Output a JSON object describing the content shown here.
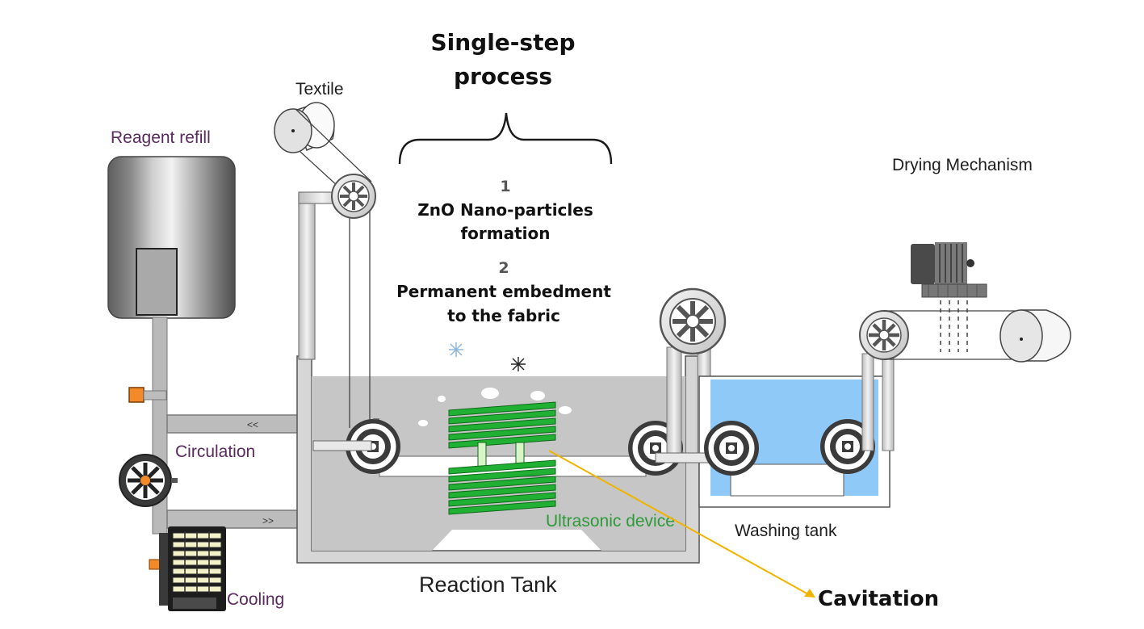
{
  "title": {
    "line1": "Single-step",
    "line2": "process"
  },
  "steps": [
    {
      "number": "1",
      "line1": "ZnO Nano-particles",
      "line2": "formation"
    },
    {
      "number": "2",
      "line1": "Permanent embedment",
      "line2": "to the fabric"
    }
  ],
  "labels": {
    "textile": "Textile",
    "reagent_refill": "Reagent refill",
    "drying_mechanism": "Drying Mechanism",
    "circulation": "Circulation",
    "cooling": "Cooling",
    "reaction_tank": "Reaction Tank",
    "ultrasonic_device": "Ultrasonic device",
    "washing_tank": "Washing tank",
    "cavitation": "Cavitation"
  },
  "flow_arrows": {
    "upper": "<<",
    "lower": ">>"
  },
  "colors": {
    "liquid_reaction": "#c8c8c8",
    "liquid_washing": "#8ec9f7",
    "ultrasonic_green": "#22b33a",
    "cavitation_line": "#f0b400",
    "frame_gray": "#9a9a9a",
    "label_purple": "#5a2a5e",
    "ultrasonic_label": "#2e9a3a"
  }
}
